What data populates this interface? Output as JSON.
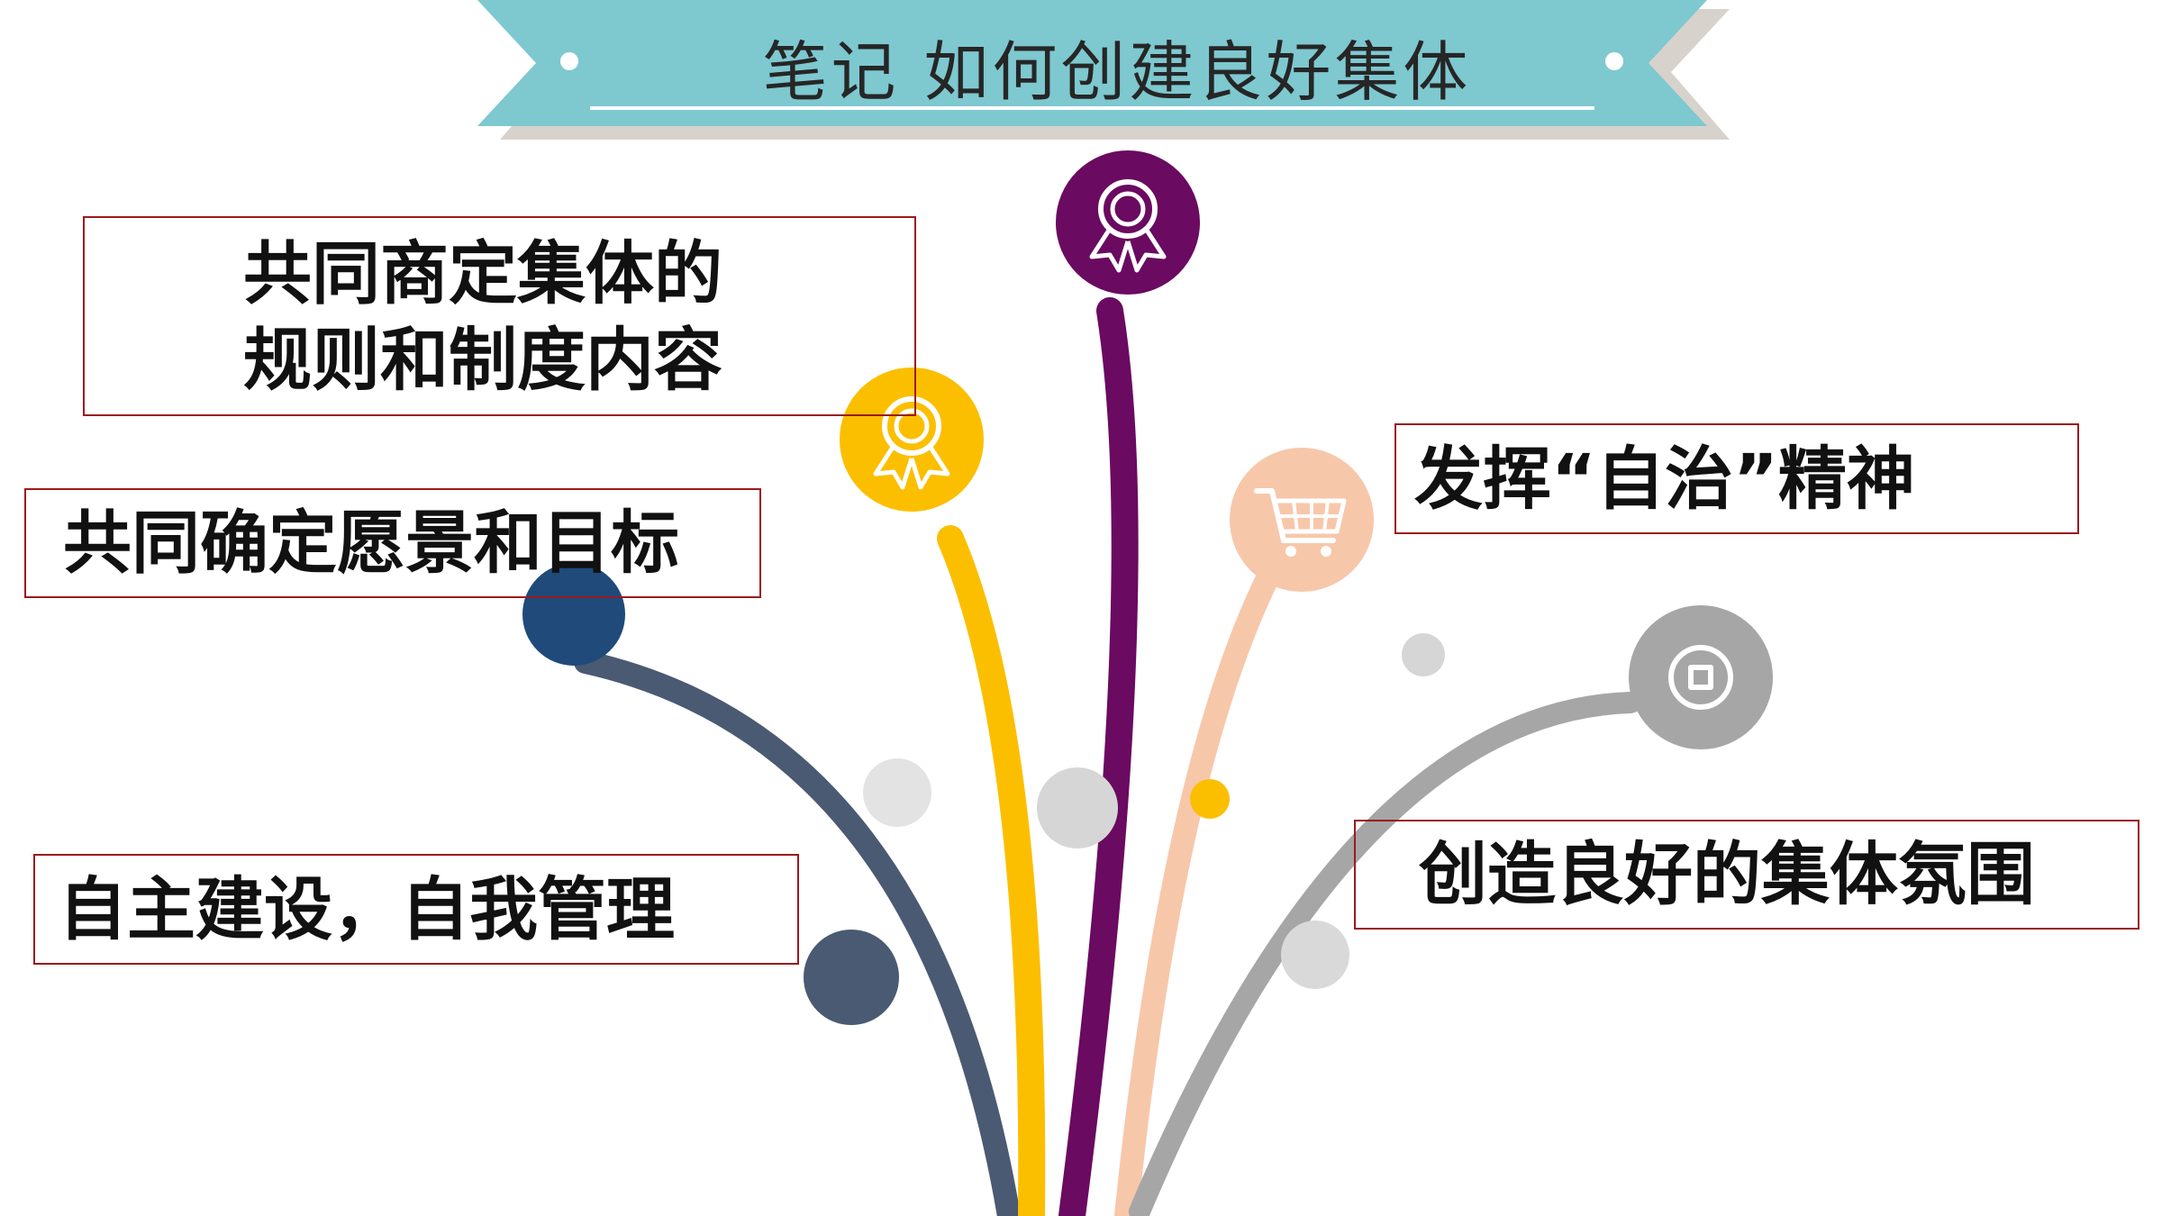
{
  "title": "笔记 如何创建良好集体",
  "items": [
    {
      "id": "rules",
      "line1": "共同商定集体的",
      "line2": "规则和制度内容"
    },
    {
      "id": "vision",
      "text": "共同确定愿景和目标"
    },
    {
      "id": "self-build",
      "text": "自主建设，自我管理"
    },
    {
      "id": "autonomy",
      "text": "发挥“自治”精神"
    },
    {
      "id": "atmosphere",
      "text": "创造良好的集体氛围"
    }
  ],
  "colors": {
    "ribbon": "#7ec8d0",
    "ribbon_shadow": "#d8d2cc",
    "box_border": "#9a1b1f",
    "navy": "#4a5a72",
    "navy_dot": "#1f4a7a",
    "yellow": "#fbbf00",
    "purple": "#6a0a60",
    "peach": "#f7c7aa",
    "gray": "#a6a6a6",
    "light_gray": "#e3e3e3"
  },
  "icons": [
    "award-ribbon-icon",
    "award-ribbon-icon",
    "shopping-cart-icon",
    "coin-icon"
  ]
}
